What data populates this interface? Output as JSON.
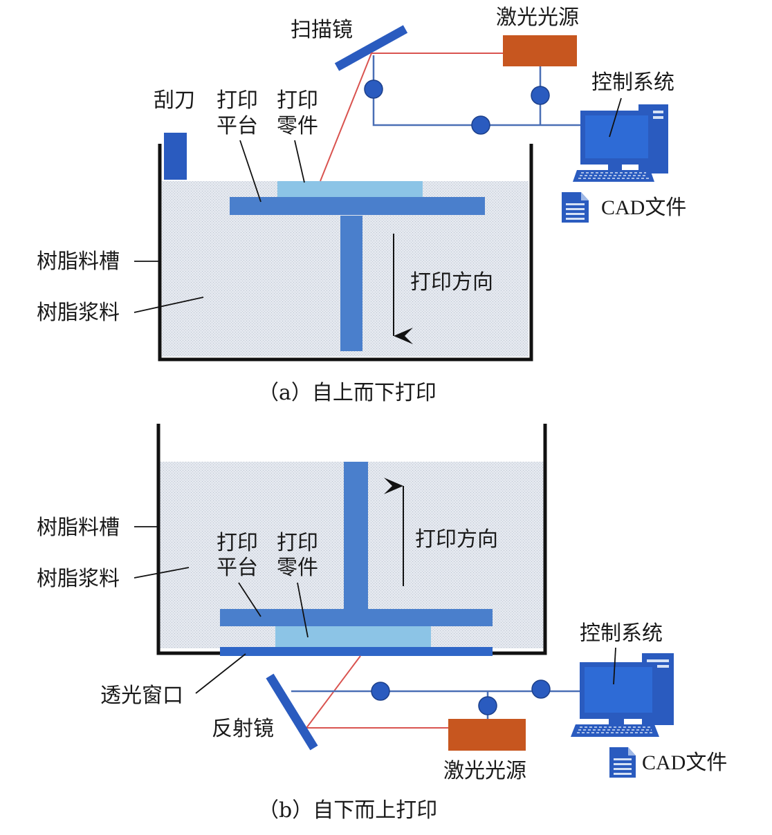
{
  "panel_a": {
    "caption": "（a）自上而下打印",
    "scanner": "扫描镜",
    "laser": "激光光源",
    "control": "控制系统",
    "cad": "CAD文件",
    "blade": "刮刀",
    "platform_1": "打印",
    "platform_2": "平台",
    "part_1": "打印",
    "part_2": "零件",
    "tank": "树脂料槽",
    "resin": "树脂浆料",
    "direction": "打印方向"
  },
  "panel_b": {
    "caption": "（b）自下而上打印",
    "tank": "树脂料槽",
    "resin": "树脂浆料",
    "platform_1": "打印",
    "platform_2": "平台",
    "part_1": "打印",
    "part_2": "零件",
    "direction": "打印方向",
    "control": "控制系统",
    "window": "透光窗口",
    "mirror": "反射镜",
    "laser": "激光光源",
    "cad": "CAD文件"
  },
  "colors": {
    "resin": "#dde3ec",
    "platform": "#4a7fcc",
    "part": "#8cc4e6",
    "laser_box": "#c7561f",
    "mirror": "#2a5bbf",
    "wire": "#4a6fb5",
    "beam": "#d9534f",
    "tank_wall": "#111111",
    "window": "#2f66c7"
  }
}
